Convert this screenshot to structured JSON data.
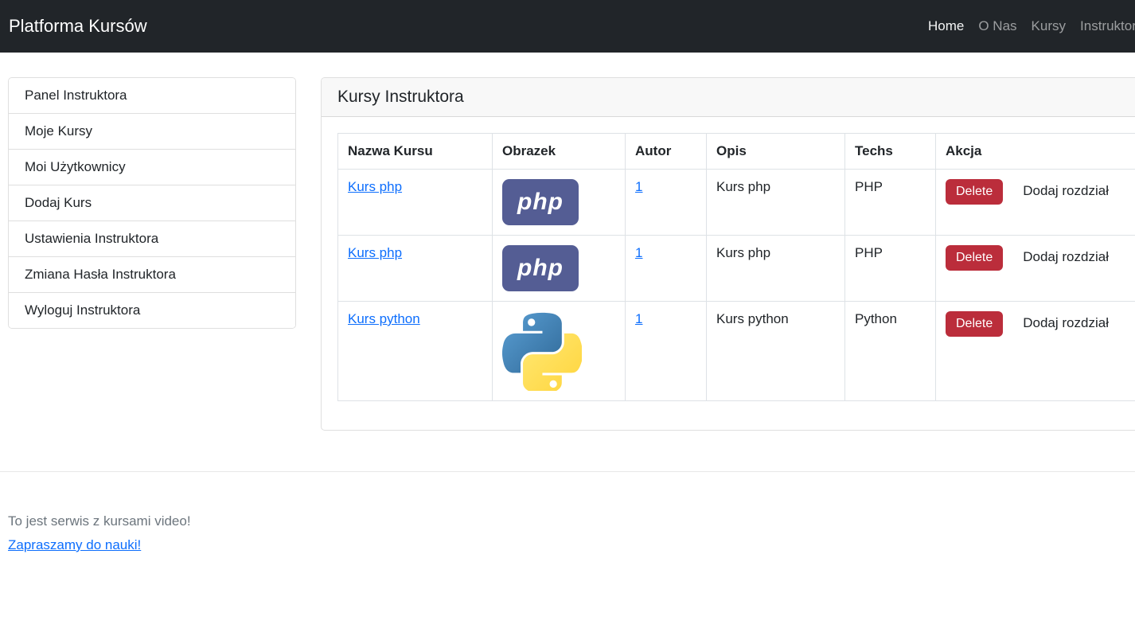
{
  "navbar": {
    "brand": "Platforma Kursów",
    "links": [
      {
        "label": "Home",
        "active": true
      },
      {
        "label": "O Nas",
        "active": false
      },
      {
        "label": "Kursy",
        "active": false
      },
      {
        "label": "Instruktor",
        "active": false
      }
    ]
  },
  "sidebar": {
    "items": [
      {
        "label": "Panel Instruktora"
      },
      {
        "label": "Moje Kursy"
      },
      {
        "label": "Moi Użytkownicy"
      },
      {
        "label": "Dodaj Kurs"
      },
      {
        "label": "Ustawienia Instruktora"
      },
      {
        "label": "Zmiana Hasła Instruktora"
      },
      {
        "label": "Wyloguj Instruktora"
      }
    ]
  },
  "main": {
    "card_title": "Kursy Instruktora",
    "table": {
      "headers": [
        "Nazwa Kursu",
        "Obrazek",
        "Autor",
        "Opis",
        "Techs",
        "Akcja"
      ],
      "rows": [
        {
          "name": "Kurs php",
          "image_icon": "php-logo",
          "autor": "1",
          "opis": "Kurs php",
          "techs": "PHP",
          "delete_label": "Delete",
          "add_chapter_label": "Dodaj rozdział"
        },
        {
          "name": "Kurs php",
          "image_icon": "php-logo",
          "autor": "1",
          "opis": "Kurs php",
          "techs": "PHP",
          "delete_label": "Delete",
          "add_chapter_label": "Dodaj rozdział"
        },
        {
          "name": "Kurs python",
          "image_icon": "python-logo",
          "autor": "1",
          "opis": "Kurs python",
          "techs": "Python",
          "delete_label": "Delete",
          "add_chapter_label": "Dodaj rozdział"
        }
      ]
    }
  },
  "icons": {
    "php_badge_text": "php"
  },
  "footer": {
    "text": "To jest serwis z kursami video!",
    "link_label": "Zapraszamy do nauki!"
  },
  "colors": {
    "navbar_bg": "#212529",
    "link_blue": "#0d6efd",
    "danger_red": "#bb2d3b",
    "php_badge_bg": "#545d94",
    "python_blue": "#3771a2",
    "python_yellow": "#ffd43b"
  }
}
